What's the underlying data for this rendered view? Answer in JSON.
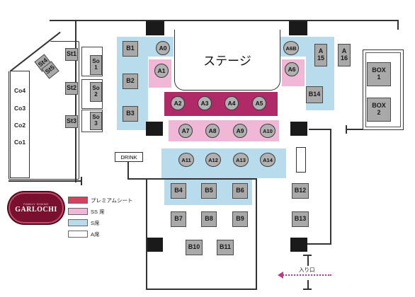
{
  "stage": {
    "label": "ステージ"
  },
  "drink": {
    "label": "DRINK"
  },
  "entrance": {
    "label": "入り口"
  },
  "logo": {
    "top_text": "FAMILY DINING",
    "name": "GARLOCHI"
  },
  "legend": [
    {
      "label": "プレミアムシート",
      "color": "#d6415e"
    },
    {
      "label": "SS 席",
      "color": "#f0b8d6"
    },
    {
      "label": "S席",
      "color": "#b8dcec"
    },
    {
      "label": "A席",
      "color": "#ffffff"
    }
  ],
  "counter_seats": [
    "Co4",
    "Co3",
    "Co2",
    "Co1"
  ],
  "standing_seats": [
    "St1",
    "St2",
    "St3",
    "St4",
    "St5"
  ],
  "sofas": [
    "So 1",
    "So 2",
    "So 3"
  ],
  "boxes": [
    "BOX 1",
    "BOX 2"
  ],
  "tables": [
    "B1",
    "B2",
    "B3",
    "B4",
    "B5",
    "B6",
    "B7",
    "B8",
    "B9",
    "B10",
    "B11",
    "B12",
    "B13",
    "B14",
    "A 15",
    "A 16"
  ],
  "circles": [
    "A0",
    "A1",
    "A2",
    "A3",
    "A4",
    "A5",
    "A6B",
    "A6",
    "A7",
    "A8",
    "A9",
    "A10",
    "A11",
    "A12",
    "A13",
    "A14"
  ]
}
